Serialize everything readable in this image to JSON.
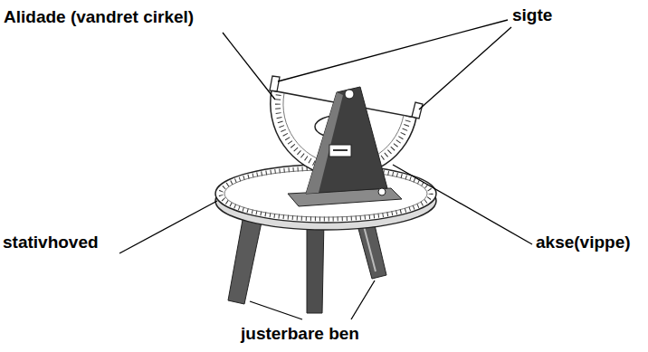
{
  "diagram": {
    "labels": [
      "Alidade (vandret cirkel)",
      "sigte",
      "stativhoved",
      "akse(vippe)",
      "justerbare ben"
    ]
  }
}
